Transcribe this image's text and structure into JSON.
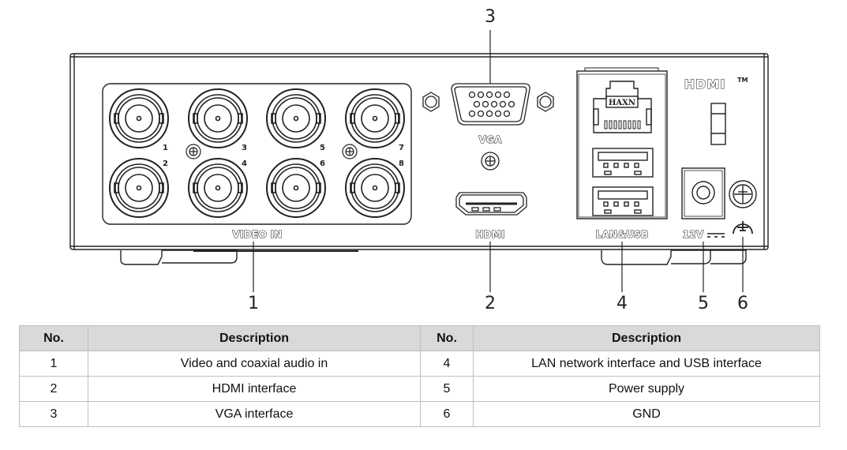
{
  "diagram": {
    "title": "Rear panel",
    "callouts": [
      "1",
      "2",
      "3",
      "4",
      "5",
      "6"
    ],
    "labels": {
      "video_in": "VIDEO IN",
      "vga": "VGA",
      "hdmi": "HDMI",
      "lan_usb": "LAN&USB",
      "power": "12V",
      "hdmi_logo": "HDMI",
      "hdmi_tm": "TM",
      "rj45_brand": "HAXN"
    },
    "bnc_port_numbers": [
      "1",
      "2",
      "3",
      "4",
      "5",
      "6",
      "7",
      "8"
    ],
    "icons": [
      "bnc-connector-icon",
      "vga-port-icon",
      "hdmi-port-icon",
      "rj45-port-icon",
      "usb-port-icon",
      "dc-power-jack-icon",
      "ground-screw-icon",
      "ground-symbol-icon",
      "screw-icon"
    ]
  },
  "table": {
    "headers": [
      "No.",
      "Description",
      "No.",
      "Description"
    ],
    "rows": [
      {
        "no_a": "1",
        "desc_a": "Video and coaxial audio in",
        "no_b": "4",
        "desc_b": "LAN network interface and USB interface"
      },
      {
        "no_a": "2",
        "desc_a": "HDMI interface",
        "no_b": "5",
        "desc_b": "Power supply"
      },
      {
        "no_a": "3",
        "desc_a": "VGA interface",
        "no_b": "6",
        "desc_b": "GND"
      }
    ]
  },
  "colors": {
    "line": "#222222",
    "header_bg": "#d9d9d9",
    "grid": "#bfbfbf"
  }
}
